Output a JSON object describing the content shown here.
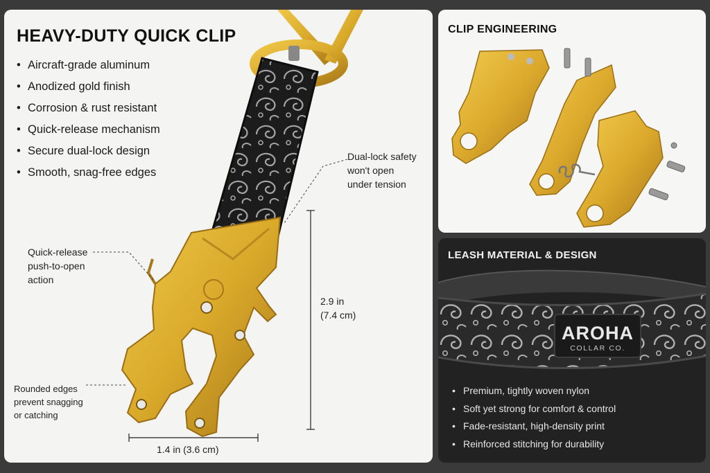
{
  "main": {
    "title": "HEAVY-DUTY QUICK CLIP",
    "features": [
      "Aircraft-grade aluminum",
      "Anodized gold finish",
      "Corrosion & rust resistant",
      "Quick-release mechanism",
      "Secure dual-lock design",
      "Smooth, snag-free edges"
    ],
    "callouts": {
      "dual_lock": [
        "Dual-lock safety",
        "won't open",
        "under tension"
      ],
      "quick_release": [
        "Quick-release",
        "push-to-open",
        "action"
      ],
      "rounded": [
        "Rounded edges",
        "prevent snagging",
        "or catching"
      ]
    },
    "dimensions": {
      "height": [
        "2.9 in",
        "(7.4 cm)"
      ],
      "width": "1.4 in (3.6 cm)"
    }
  },
  "engineering": {
    "title": "CLIP ENGINEERING"
  },
  "leash": {
    "title": "LEASH MATERIAL & DESIGN",
    "logo_brand": "AROHA",
    "logo_sub": "COLLAR CO.",
    "features": [
      "Premium, tightly woven nylon",
      "Soft yet strong for comfort & control",
      "Fade-resistant, high-density print",
      "Reinforced stitching for durability"
    ]
  },
  "colors": {
    "gold": "#d9a92a",
    "gold_dark": "#a8781a",
    "strap": "#1c1c1c",
    "pattern": "#9a9a9a"
  }
}
